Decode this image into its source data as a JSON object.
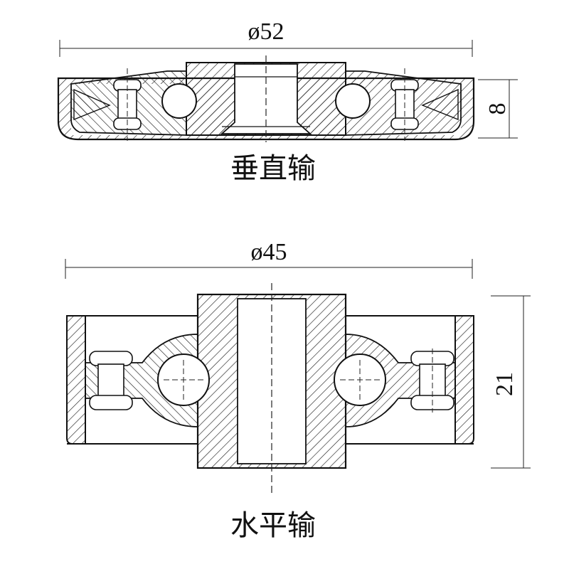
{
  "top_view": {
    "caption": "垂直输",
    "diameter_label": "ø52",
    "height_label": "8"
  },
  "bottom_view": {
    "caption": "水平输",
    "diameter_label": "ø45",
    "height_label": "21"
  }
}
